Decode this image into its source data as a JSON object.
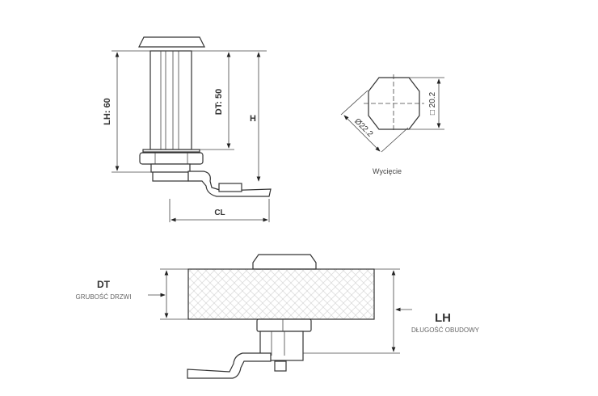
{
  "top_drawing": {
    "lh_label": "LH: 60",
    "dt_label": "DT: 50",
    "h_label": "H",
    "cl_label": "CL"
  },
  "cutout": {
    "square_label": "□ 20.2",
    "diameter_label": "Ø22.2",
    "caption": "Wycięcie"
  },
  "bottom_drawing": {
    "dt_label": "DT",
    "dt_caption": "GRUBOŚĆ DRZWI",
    "lh_label": "LH",
    "lh_caption": "DŁUGOŚĆ OBUDOWY"
  }
}
